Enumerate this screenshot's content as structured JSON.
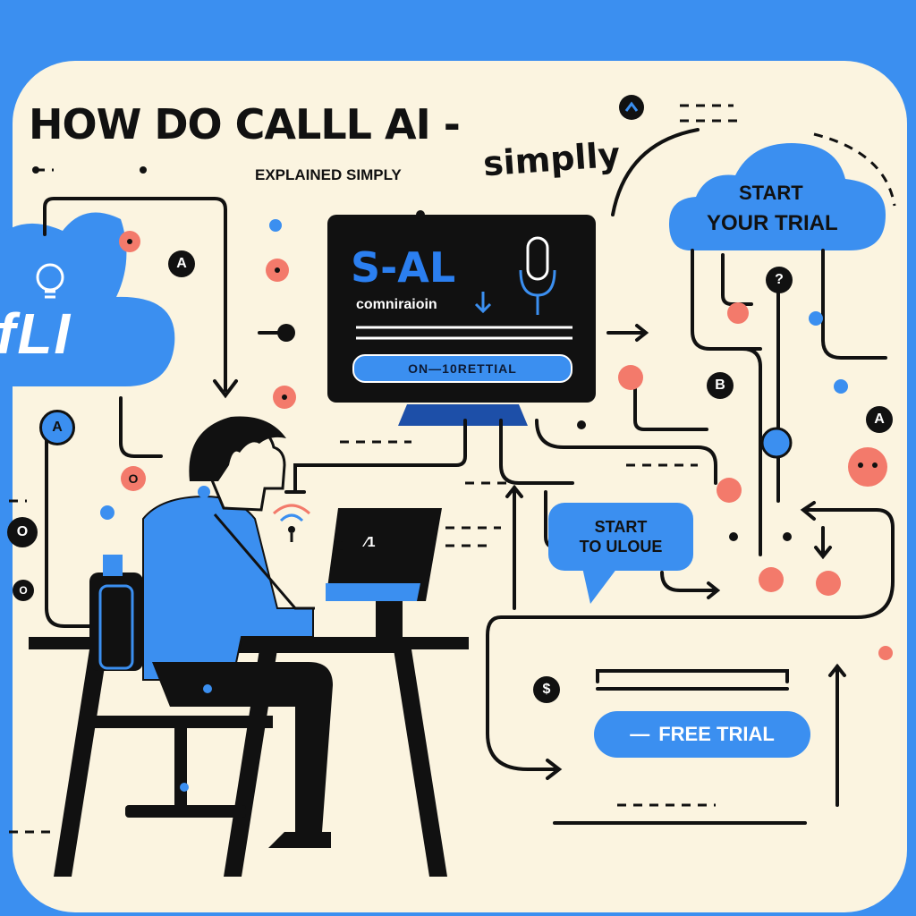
{
  "colors": {
    "background": "#3b8ff0",
    "panel": "#fbf4e0",
    "accent_blue": "#3b8ff0",
    "ink": "#111111",
    "salmon": "#f37a6b"
  },
  "header": {
    "title": "HOW DO CALLL AI -",
    "title_tail": "simplly",
    "subtitle": "EXPLAINED SIMPLY"
  },
  "left_cloud": {
    "label": "fLI",
    "icon": "lightbulb-icon"
  },
  "trial_cloud": {
    "line1": "START",
    "line2": "YOUR TRIAL"
  },
  "monitor": {
    "heading": "S-AL",
    "subheading": "comniraioin",
    "icon": "microphone-icon",
    "button_label": "ON—10RETTIAL"
  },
  "laptop": {
    "screen_text": "⁄1"
  },
  "speech_bubble": {
    "line1": "START",
    "line2": "TO ULOUE"
  },
  "free_trial_button": {
    "dash": "—",
    "label": "FREE TRIAL"
  },
  "badges": {
    "a_top": "A",
    "a_left": "A",
    "a_right": "A",
    "o_left": "O",
    "o_bottom_left": "O",
    "o_outline": "O",
    "b_right": "B",
    "question": "?",
    "dollar": "$"
  }
}
